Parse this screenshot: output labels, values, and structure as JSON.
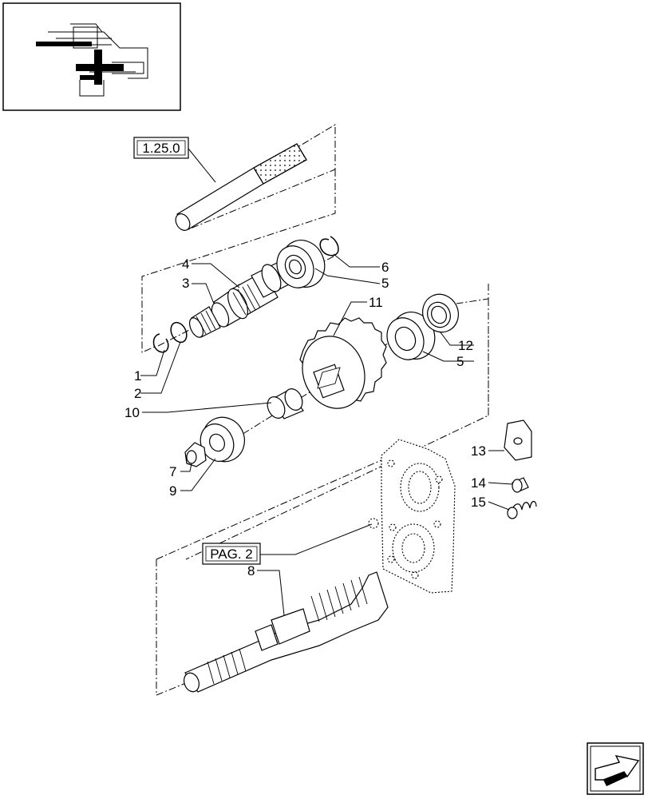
{
  "references": {
    "group_ref": "1.25.0",
    "page_ref": "PAG. 2"
  },
  "callouts": [
    "1",
    "2",
    "3",
    "4",
    "5",
    "5",
    "6",
    "7",
    "8",
    "9",
    "10",
    "11",
    "12",
    "13",
    "14",
    "15"
  ],
  "nav": {
    "icon": "next-page-arrow-icon"
  }
}
